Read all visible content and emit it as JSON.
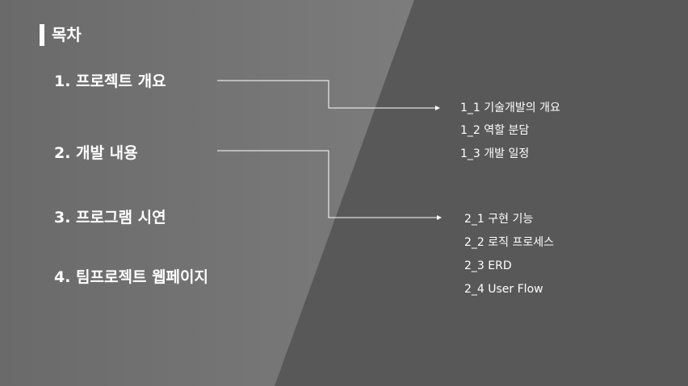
{
  "title": "목차",
  "sections": [
    {
      "label": "1. 프로젝트 개요"
    },
    {
      "label": "2. 개발 내용"
    },
    {
      "label": "3. 프로그램 시연"
    },
    {
      "label": "4. 팀프로젝트 웹페이지"
    }
  ],
  "subsections_1": [
    "1_1 기술개발의 개요",
    "1_2 역할 분담",
    "1_3 개발 일정"
  ],
  "subsections_2": [
    "2_1 구현 기능",
    "2_2 로직 프로세스",
    "2_3 ERD",
    "2_4 User Flow"
  ],
  "colors": {
    "background_dark": "#585858",
    "background_light": "#7c7c7c",
    "text": "#ffffff"
  }
}
